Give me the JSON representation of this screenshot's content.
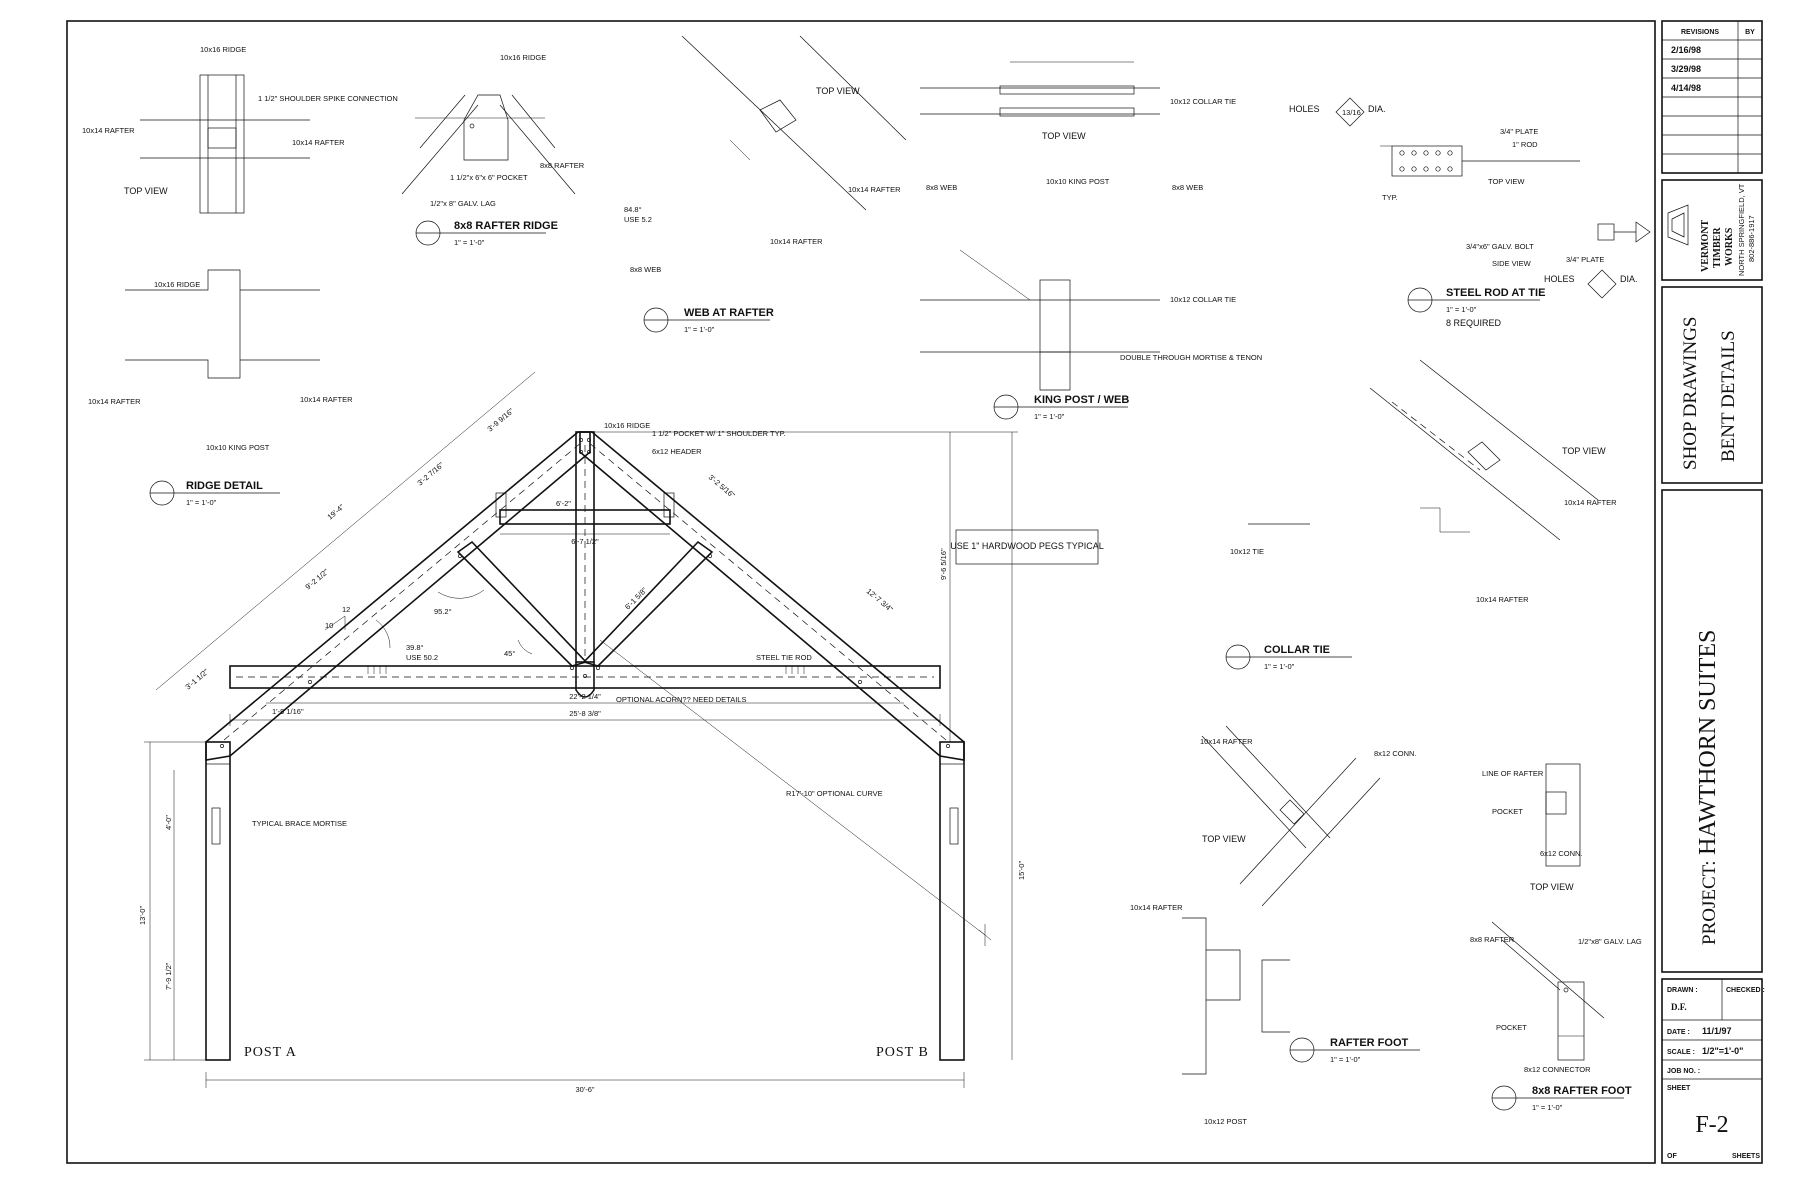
{
  "revisions": {
    "header": "REVISIONS",
    "by_header": "BY",
    "dates": [
      "2/16/98",
      "3/29/98",
      "4/14/98"
    ]
  },
  "company": {
    "name_lines": [
      "VERMONT",
      "TIMBER",
      "WORKS"
    ],
    "address": "NORTH SPRINGFIELD, VT",
    "phone": "802-886-1917"
  },
  "sheet_title": {
    "line1": "SHOP DRAWINGS",
    "line2": "BENT DETAILS"
  },
  "project": {
    "label": "PROJECT:",
    "name": "HAWTHORN SUITES"
  },
  "title_block": {
    "drawn_label": "DRAWN :",
    "drawn_value": "D.F.",
    "checked_label": "CHECKED :",
    "date_label": "DATE :",
    "date_value": "11/1/97",
    "scale_label": "SCALE :",
    "scale_value": "1/2\"=1'-0\"",
    "job_label": "JOB NO. :",
    "sheet_label": "SHEET",
    "sheet_number": "F-2",
    "of_label": "OF",
    "sheets_label": "SHEETS"
  },
  "details": {
    "ridge": {
      "title": "RIDGE DETAIL",
      "scale": "1\" = 1'-0\""
    },
    "rafter_ridge": {
      "title": "8x8 RAFTER RIDGE",
      "scale": "1\" = 1'-0\""
    },
    "web_at_rafter": {
      "title": "WEB AT RAFTER",
      "scale": "1\" = 1'-0\""
    },
    "king_post": {
      "title": "KING POST / WEB",
      "scale": "1\" = 1'-0\""
    },
    "steel_rod": {
      "title": "STEEL ROD AT TIE",
      "scale": "1\" = 1'-0\"",
      "note": "8 REQUIRED"
    },
    "collar_tie": {
      "title": "COLLAR TIE",
      "scale": "1\" = 1'-0\""
    },
    "rafter_foot": {
      "title": "RAFTER FOOT",
      "scale": "1\" = 1'-0\""
    },
    "rafter_foot_8x8": {
      "title": "8x8 RAFTER FOOT",
      "scale": "1\" = 1'-0\""
    }
  },
  "labels": {
    "top_view": "TOP VIEW",
    "side_view": "SIDE VIEW",
    "ridge_10x16": "10x16 RIDGE",
    "rafter_10x14": "10x14 RAFTER",
    "rafter_8x8": "8x8 RAFTER",
    "king_post_10x10": "10x10 KING POST",
    "web_8x8": "8x8 WEB",
    "collar_tie_10x12": "10x12 COLLAR TIE",
    "tie_10x12": "10x12 TIE",
    "post_10x12": "10x12 POST",
    "conn_6x12": "6x12 CONN.",
    "conn_8x12": "8x12 CONN.",
    "connector_8x12": "8x12 CONNECTOR",
    "header_6x12": "6x12 HEADER",
    "shoulder_spike": "1 1/2\" SHOULDER SPIKE CONNECTION",
    "pocket": "POCKET",
    "pocket_note": "1 1/2\" POCKET W/ 1\" SHOULDER TYP.",
    "galv_lag": "1/2\"x 8\" GALV. LAG",
    "galv_lag2": "1/2\"x8\" GALV. LAG",
    "pocket_6x6": "1 1/2\"x 6\"x 6\" POCKET",
    "double_mortise": "DOUBLE THROUGH MORTISE & TENON",
    "holes": "HOLES",
    "dia": "DIA.",
    "hole_size": "13/16",
    "plate_34": "3/4\" PLATE",
    "rod_1": "1\" ROD",
    "galv_bolt": "3/4\"x6\" GALV. BOLT",
    "line_of_rafter": "LINE OF RAFTER",
    "brace_mortise": "TYPICAL BRACE MORTISE",
    "pegs_note": "USE 1\" HARDWOOD PEGS TYPICAL",
    "steel_tie_rod": "STEEL TIE ROD",
    "optional_acorn": "OPTIONAL ACORN?? NEED DETAILS",
    "optional_curve": "R17'-10\" OPTIONAL CURVE",
    "use_50_2": "USE 50.2",
    "use_5_2": "USE 5.2",
    "post_a": "POST A",
    "post_b": "POST B",
    "typ": "TYP."
  },
  "dimensions": {
    "span": "30'-6\"",
    "tie_length": "25'-8 3/8\"",
    "inner_length": "22'-2 1/4\"",
    "collar": "6'-7 1/2\"",
    "collar_rise": "6'-2\"",
    "rafter_overall": "19'-4\"",
    "rafter_upper": "9'-2 1/2\"",
    "rafter_seg": "3'-2 7/16\"",
    "rafter_top": "3'-9 9/16\"",
    "rafter_low": "3'-1 1/2\"",
    "rafter_right_seg": "3'-2 5/16\"",
    "rafter_right_long": "12'-7 3/4\"",
    "web_len": "6'-1 5/8\"",
    "height_total": "15'-0\"",
    "height_post": "13'-0\"",
    "post_lower": "7'-9 1/2\"",
    "post_upper": "4'-0\"",
    "truss_height": "9'-6 5/16\"",
    "overhang": "1'-9 1/16\"",
    "angle_95": "95.2°",
    "angle_39": "39.8°",
    "angle_45": "45°",
    "angle_84": "84.8°",
    "pitch_rise": "10",
    "pitch_run": "12"
  }
}
